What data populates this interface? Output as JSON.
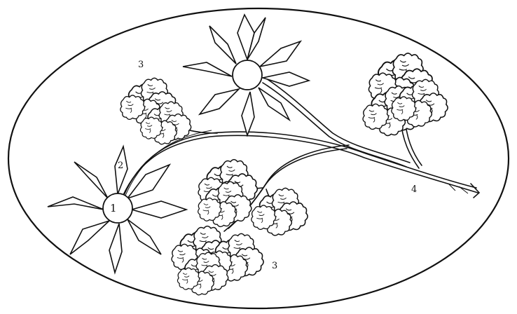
{
  "labels": {
    "flower_center": "1",
    "petal": "2",
    "leaf_top": "3",
    "leaf_bottom": "3",
    "stem": "4"
  }
}
